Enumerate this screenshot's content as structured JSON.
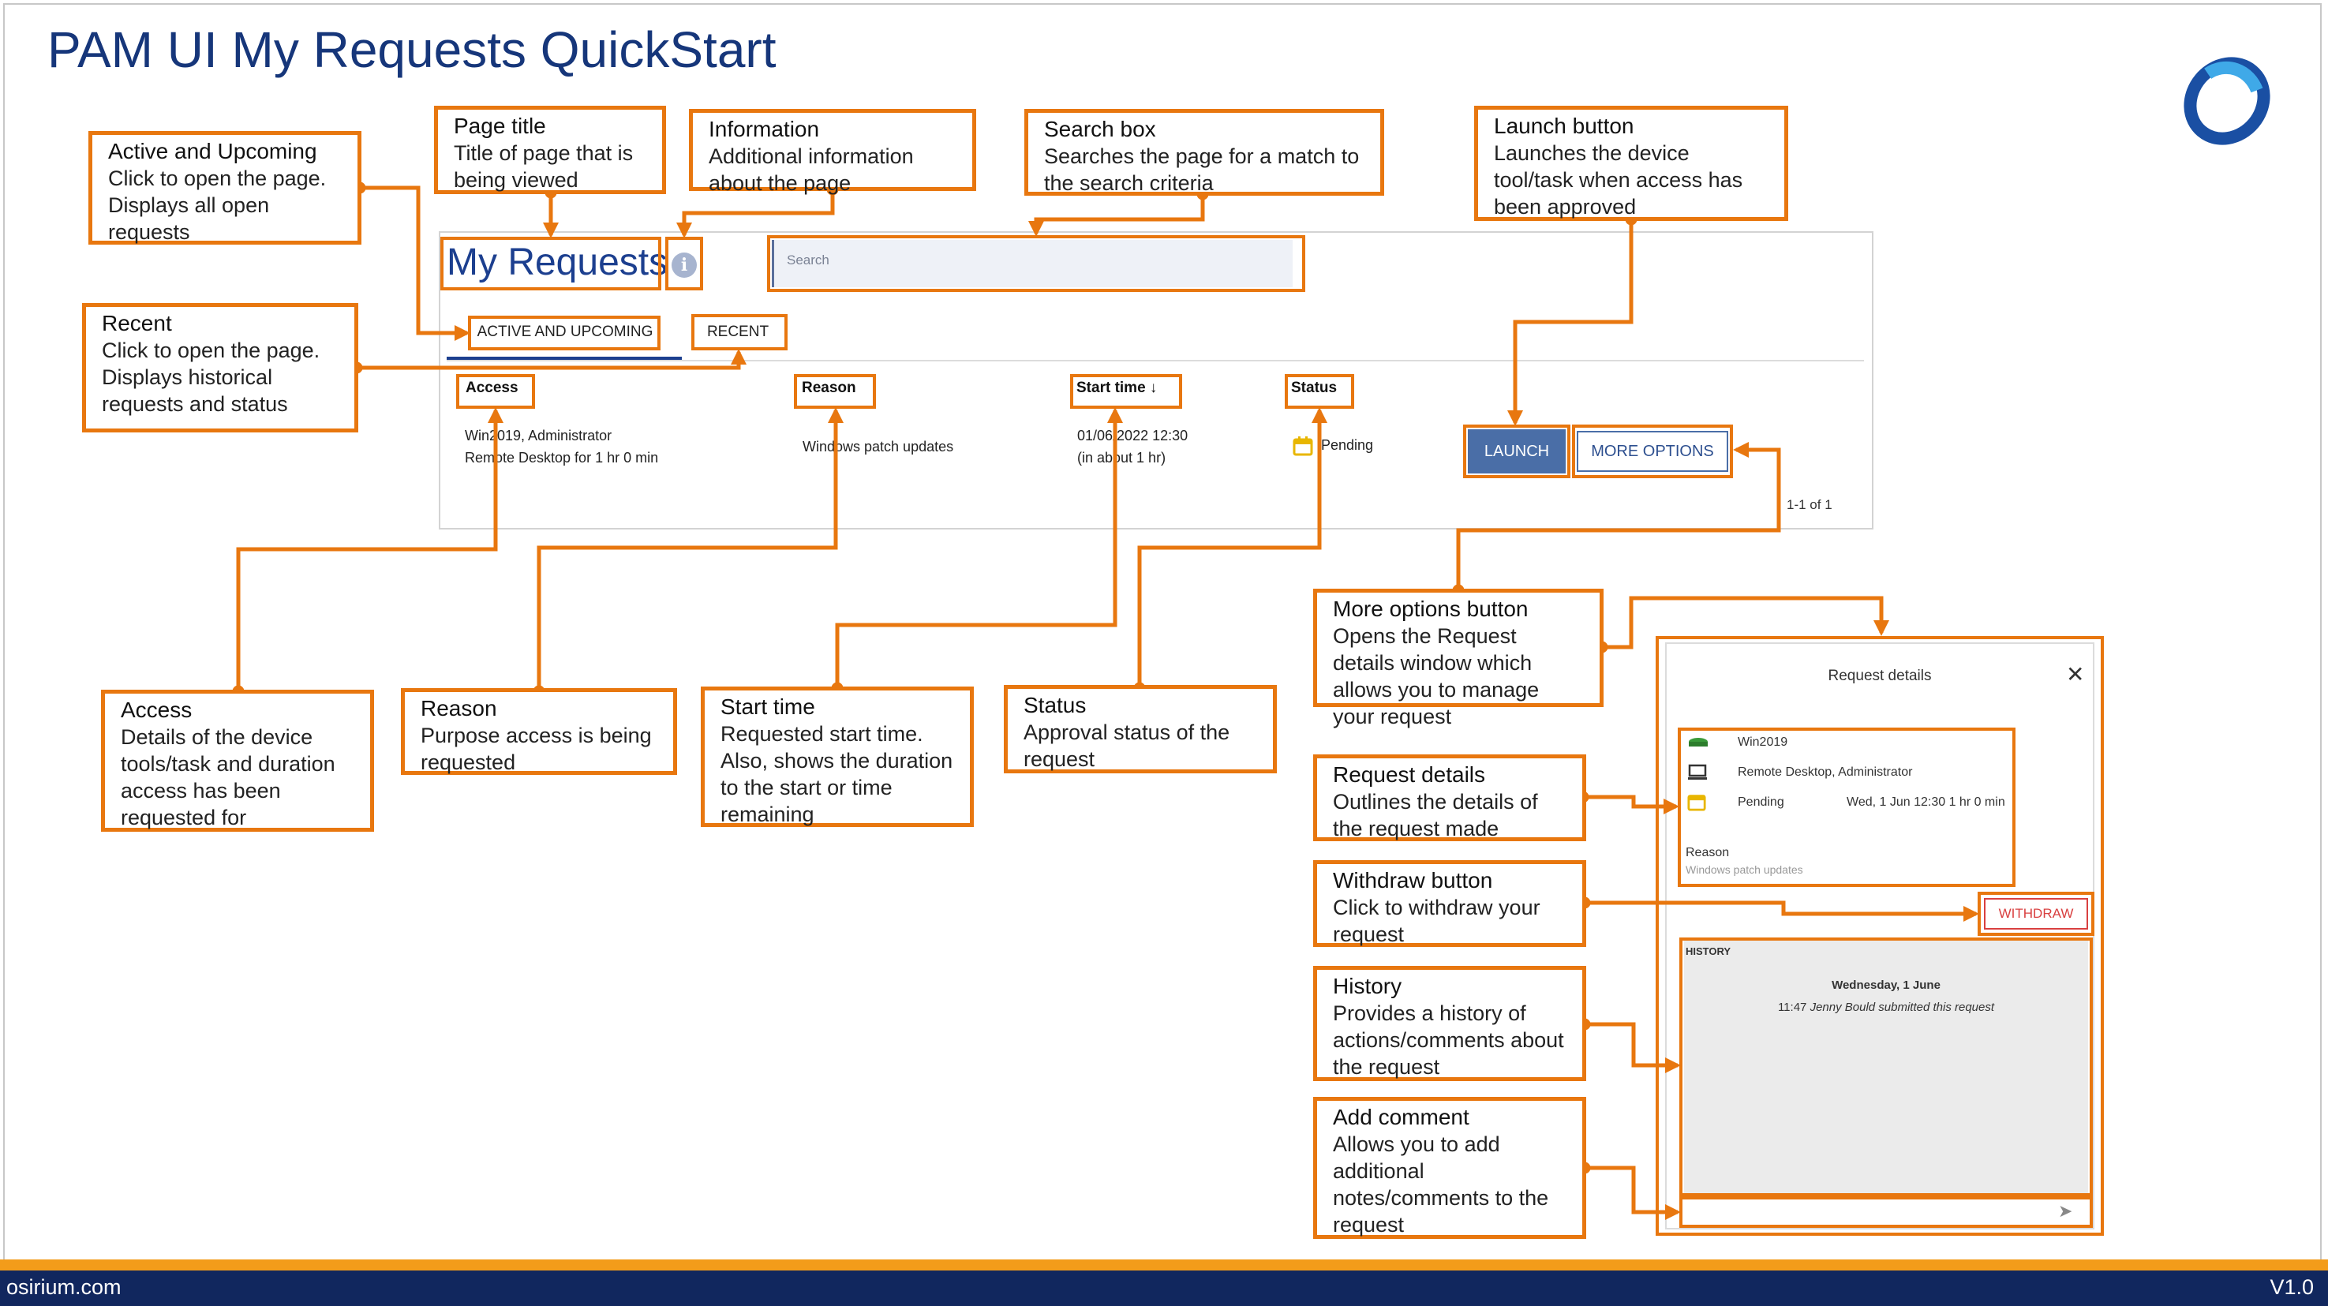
{
  "slide": {
    "title": "PAM UI My Requests QuickStart",
    "footer_left": "osirium.com",
    "footer_right": "V1.0",
    "accent_color": "#e8770f",
    "brand_color": "#16367a"
  },
  "screenshot": {
    "page_title": "My Requests",
    "info_icon": "info-icon",
    "search_placeholder": "Search",
    "tabs": [
      "ACTIVE AND UPCOMING",
      "RECENT"
    ],
    "columns": [
      "Access",
      "Reason",
      "Start time",
      "Status"
    ],
    "sort_icon": "arrow-down-icon",
    "row": {
      "access_line1": "Win2019, Administrator",
      "access_line2": "Remote Desktop for 1 hr 0 min",
      "reason": "Windows patch updates",
      "start_line1": "01/06/2022 12:30",
      "start_line2": "(in about 1 hr)",
      "status": "Pending",
      "status_icon": "calendar-icon"
    },
    "launch_label": "LAUNCH",
    "more_options_label": "MORE OPTIONS",
    "pagination": "1-1 of 1"
  },
  "request_details": {
    "title": "Request details",
    "close_icon": "close-icon",
    "device": "Win2019",
    "tool": "Remote Desktop, Administrator",
    "status": "Pending",
    "date": "Wed, 1 Jun 12:30 1 hr 0 min",
    "reason_label": "Reason",
    "reason_value": "Windows patch updates",
    "withdraw_label": "WITHDRAW",
    "history_label": "HISTORY",
    "history_date": "Wednesday, 1 June",
    "history_time": "11:47",
    "history_entry": "Jenny Bould submitted this request",
    "send_icon": "send-icon"
  },
  "callouts": {
    "active_upcoming": {
      "title": "Active and Upcoming",
      "desc": "Click to open the page. Displays all open requests"
    },
    "page_title": {
      "title": "Page title",
      "desc": "Title of page that is being viewed"
    },
    "information": {
      "title": "Information",
      "desc": "Additional information about the page"
    },
    "search_box": {
      "title": "Search box",
      "desc": "Searches the page for a match to the search criteria"
    },
    "launch_button": {
      "title": "Launch button",
      "desc": "Launches the device tool/task when access has been approved"
    },
    "recent": {
      "title": "Recent",
      "desc": "Click to open the page. Displays historical requests and status"
    },
    "access": {
      "title": "Access",
      "desc": "Details of the device tools/task and duration access has been requested for"
    },
    "reason": {
      "title": "Reason",
      "desc": "Purpose access is being requested"
    },
    "start_time": {
      "title": "Start time",
      "desc": "Requested start time. Also, shows the duration to the start or time remaining"
    },
    "status": {
      "title": "Status",
      "desc": "Approval status of the request"
    },
    "more_options": {
      "title": "More options button",
      "desc": "Opens the Request details window which allows you to manage your request"
    },
    "request_details": {
      "title": "Request details",
      "desc": "Outlines the details of the request made"
    },
    "withdraw": {
      "title": "Withdraw button",
      "desc": "Click to withdraw your request"
    },
    "history": {
      "title": "History",
      "desc": "Provides a history of actions/comments about the request"
    },
    "add_comment": {
      "title": "Add comment",
      "desc": "Allows you to add additional notes/comments to the request"
    }
  }
}
